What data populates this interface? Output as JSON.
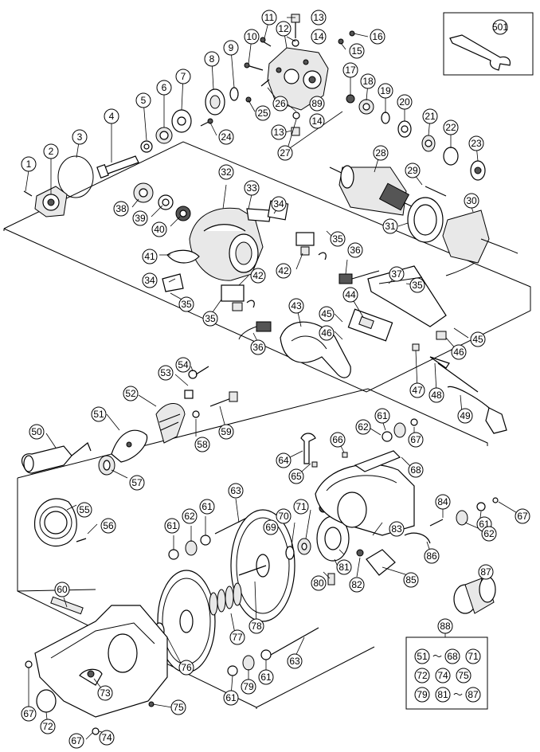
{
  "parts": {
    "p1": "1",
    "p2": "2",
    "p3": "3",
    "p4": "4",
    "p5": "5",
    "p6": "6",
    "p7": "7",
    "p8": "8",
    "p9": "9",
    "p10": "10",
    "p11": "11",
    "p12": "12",
    "p13": "13",
    "p14": "14",
    "p15": "15",
    "p16": "16",
    "p17": "17",
    "p18": "18",
    "p19": "19",
    "p20": "20",
    "p21": "21",
    "p22": "22",
    "p23": "23",
    "p24": "24",
    "p25": "25",
    "p26": "26",
    "p27": "27",
    "p28": "28",
    "p29": "29",
    "p30": "30",
    "p31": "31",
    "p32": "32",
    "p33": "33",
    "p34": "34",
    "p35": "35",
    "p36": "36",
    "p37": "37",
    "p38": "38",
    "p39": "39",
    "p40": "40",
    "p41": "41",
    "p42": "42",
    "p43": "43",
    "p44": "44",
    "p45": "45",
    "p46": "46",
    "p47": "47",
    "p48": "48",
    "p49": "49",
    "p50": "50",
    "p51": "51",
    "p52": "52",
    "p53": "53",
    "p54": "54",
    "p55": "55",
    "p56": "56",
    "p57": "57",
    "p58": "58",
    "p59": "59",
    "p60": "60",
    "p61": "61",
    "p62": "62",
    "p63": "63",
    "p64": "64",
    "p65": "65",
    "p66": "66",
    "p67": "67",
    "p68": "68",
    "p69": "69",
    "p70": "70",
    "p71": "71",
    "p72": "72",
    "p73": "73",
    "p74": "74",
    "p75": "75",
    "p76": "76",
    "p77": "77",
    "p78": "78",
    "p79": "79",
    "p80": "80",
    "p81": "81",
    "p82": "82",
    "p83": "83",
    "p84": "84",
    "p85": "85",
    "p86": "86",
    "p87": "87",
    "p88": "88",
    "p89": "89",
    "p501": "501"
  },
  "kit": {
    "row1": [
      "51",
      "68",
      "71"
    ],
    "row2": [
      "72",
      "74",
      "75"
    ],
    "row3": [
      "79",
      "81",
      "87"
    ],
    "tilde": "〜"
  }
}
